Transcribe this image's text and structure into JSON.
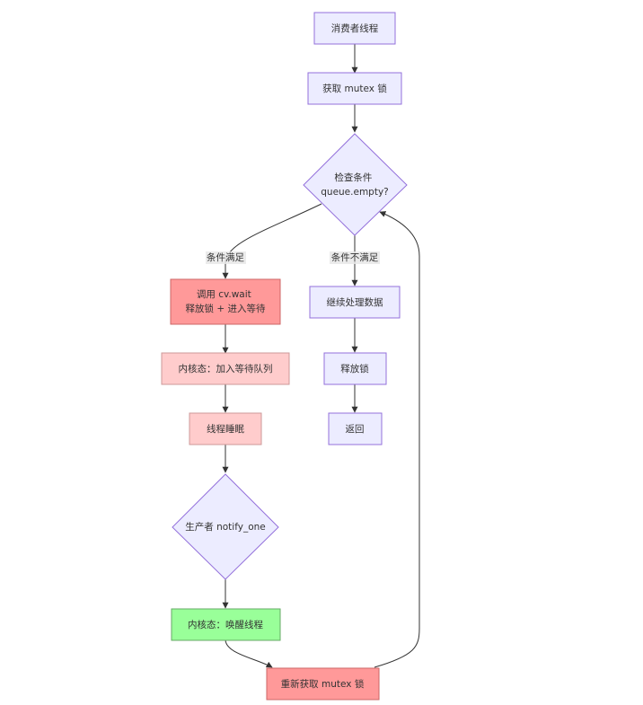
{
  "nodes": {
    "consumer_thread": {
      "label": "消费者线程"
    },
    "acquire_mutex": {
      "label": "获取 mutex 锁"
    },
    "check_condition": {
      "lines": [
        "检查条件",
        "queue.empty?"
      ]
    },
    "call_wait": {
      "lines": [
        "调用 cv.wait",
        "释放锁 + 进入等待"
      ]
    },
    "kernel_wait_queue": {
      "label": "内核态：加入等待队列"
    },
    "thread_sleep": {
      "label": "线程睡眠"
    },
    "producer_notify": {
      "label": "生产者 notify_one"
    },
    "kernel_wake": {
      "label": "内核态：唤醒线程"
    },
    "reacquire_mutex": {
      "label": "重新获取 mutex 锁"
    },
    "continue_processing": {
      "label": "继续处理数据"
    },
    "release_lock": {
      "label": "释放锁"
    },
    "return": {
      "label": "返回"
    }
  },
  "edges": {
    "condition_met": {
      "label": "条件满足"
    },
    "condition_not_met": {
      "label": "条件不满足"
    }
  },
  "colors": {
    "default_fill": "#ececff",
    "default_stroke": "#9370db",
    "wait_fill": "#ff9999",
    "wait_stroke": "#cc6666",
    "kernel_wait_fill": "#ffcccc",
    "kernel_wait_stroke": "#cc9999",
    "wake_fill": "#99ff99",
    "wake_stroke": "#66aa66",
    "reacquire_fill": "#ff9999",
    "reacquire_stroke": "#cc6666",
    "edge": "#333333"
  }
}
